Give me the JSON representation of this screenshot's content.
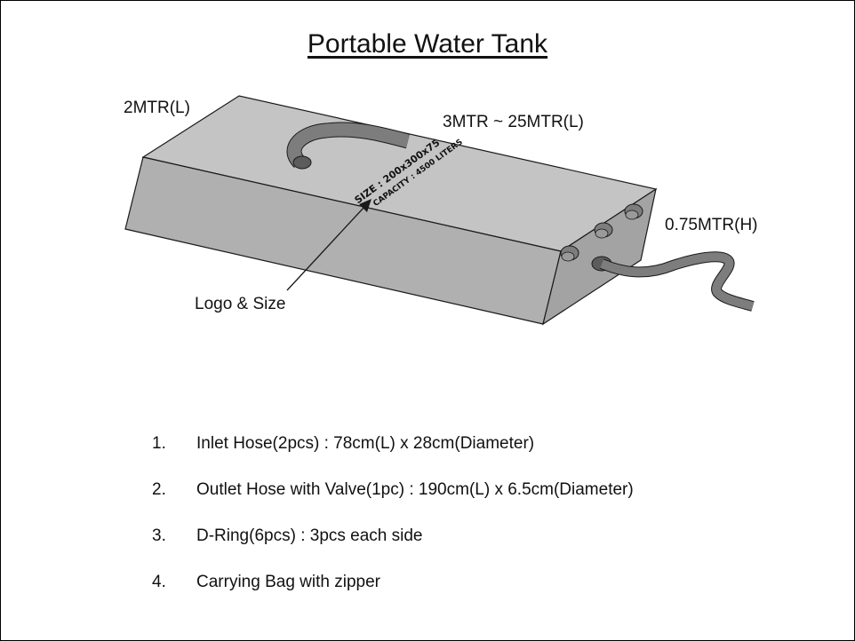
{
  "title": "Portable Water Tank",
  "labels": {
    "length": "2MTR(L)",
    "width": "3MTR ~ 25MTR(L)",
    "height": "0.75MTR(H)",
    "logo": "Logo & Size"
  },
  "tank_print": {
    "size": "SIZE : 200x300x75",
    "capacity": "CAPACITY : 4500 LITERS"
  },
  "colors": {
    "tank_top": "#c4c4c4",
    "tank_front": "#b0b0b0",
    "tank_side": "#a3a3a3",
    "hose": "#7d7d7d",
    "outline": "#1a1a1a"
  },
  "specs": [
    {
      "number": "1.",
      "text": "Inlet Hose(2pcs) : 78cm(L) x 28cm(Diameter)"
    },
    {
      "number": "2.",
      "text": "Outlet Hose with Valve(1pc) : 190cm(L) x 6.5cm(Diameter)"
    },
    {
      "number": "3.",
      "text": "D-Ring(6pcs) : 3pcs each side"
    },
    {
      "number": "4.",
      "text": "Carrying Bag with zipper"
    }
  ]
}
